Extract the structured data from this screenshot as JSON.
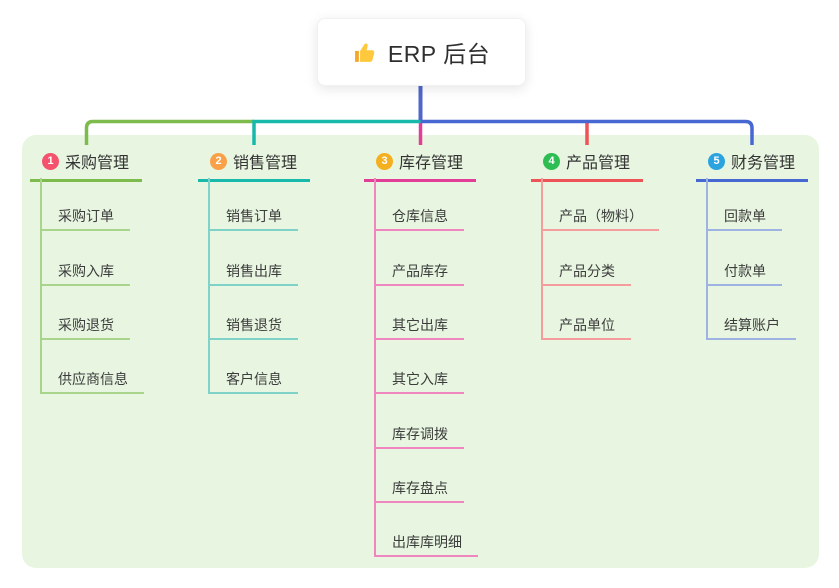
{
  "root": {
    "label": "ERP 后台",
    "icon": "thumbs-up",
    "card_background": "#ffffff"
  },
  "canvas": {
    "background": "#ffffff",
    "panel_background": "#e8f6e1"
  },
  "connector": {
    "root_color": "#5166c9"
  },
  "branches": [
    {
      "badge_number": "1",
      "badge_color": "#f4526d",
      "line_color": "#7cbb4c",
      "child_line_color": "#a9d48c",
      "label": "采购管理",
      "children": [
        "采购订单",
        "采购入库",
        "采购退货",
        "供应商信息"
      ]
    },
    {
      "badge_number": "2",
      "badge_color": "#f9a148",
      "line_color": "#18b9ab",
      "child_line_color": "#7ed2c7",
      "label": "销售管理",
      "children": [
        "销售订单",
        "销售出库",
        "销售退货",
        "客户信息"
      ]
    },
    {
      "badge_number": "3",
      "badge_color": "#f4b01e",
      "line_color": "#e23e97",
      "child_line_color": "#ef86c0",
      "label": "库存管理",
      "children": [
        "仓库信息",
        "产品库存",
        "其它出库",
        "其它入库",
        "库存调拨",
        "库存盘点",
        "出库库明细"
      ]
    },
    {
      "badge_number": "4",
      "badge_color": "#2ebd52",
      "line_color": "#ee5358",
      "child_line_color": "#f59d9d",
      "label": "产品管理",
      "children": [
        "产品（物料）",
        "产品分类",
        "产品单位"
      ]
    },
    {
      "badge_number": "5",
      "badge_color": "#2ba3df",
      "line_color": "#4767d2",
      "child_line_color": "#9fb3e3",
      "label": "财务管理",
      "children": [
        "回款单",
        "付款单",
        "结算账户"
      ]
    }
  ]
}
